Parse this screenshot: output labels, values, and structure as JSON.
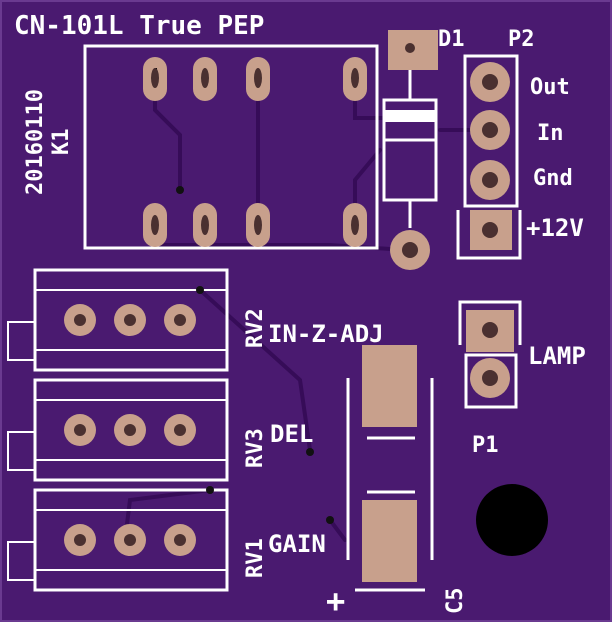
{
  "board": {
    "title": "CN-101L True PEP",
    "date_code": "20160110",
    "colors": {
      "substrate": "#4a1a70",
      "copper_trace": "#3a1060",
      "silkscreen": "#ffffff",
      "pad": "#c8a08c",
      "hole": "#5a3a3a"
    }
  },
  "labels": {
    "k1": "K1",
    "d1": "D1",
    "p2": "P2",
    "p1": "P1",
    "out": "Out",
    "in": "In",
    "gnd": "Gnd",
    "v12": "+12V",
    "lamp": "LAMP",
    "rv1": "RV1",
    "rv2": "RV2",
    "rv3": "RV3",
    "in_z_adj": "IN-Z-ADJ",
    "del": "DEL",
    "gain": "GAIN",
    "c5": "C5",
    "plus": "+"
  }
}
